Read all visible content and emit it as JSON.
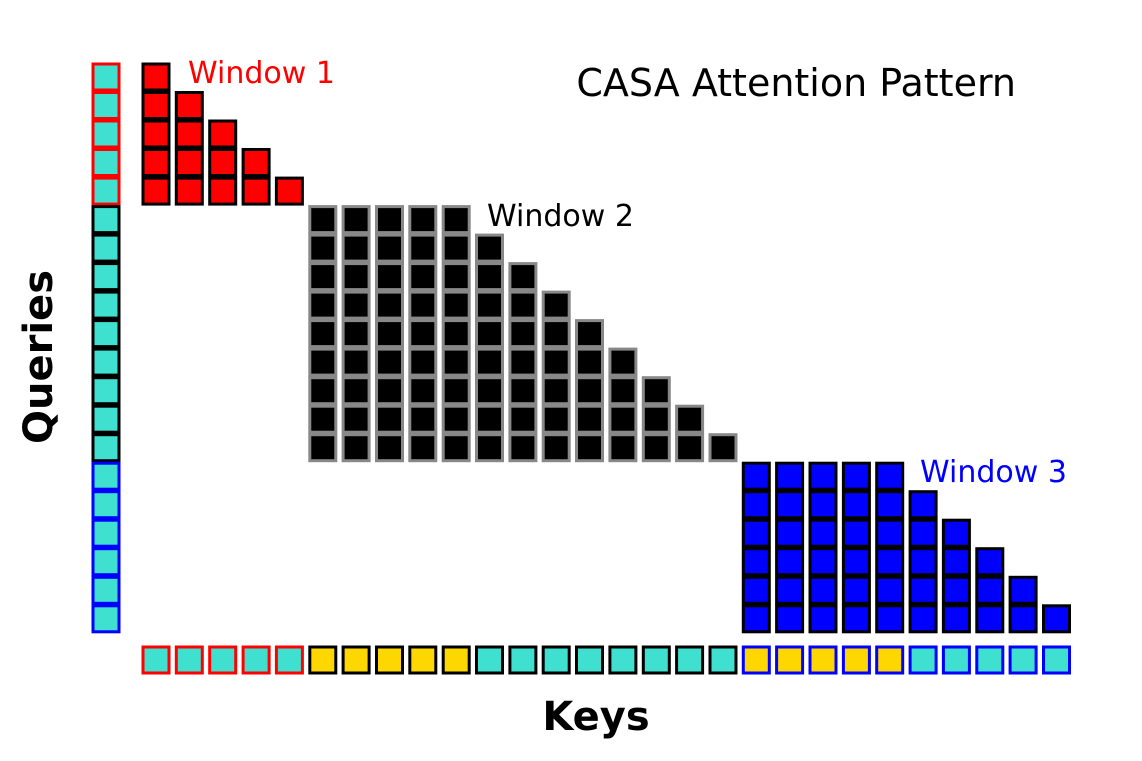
{
  "title": "CASA Attention Pattern",
  "axes": {
    "x_label": "Keys",
    "y_label": "Queries"
  },
  "colors": {
    "window1": "#ff0000",
    "window2": "#000000",
    "window3": "#0000ff",
    "query_fill": "#40e0d0",
    "key_other": "#40e0d0",
    "key_highlight": "#ffd700",
    "window2_border": "#888888"
  },
  "windows": [
    {
      "label": "Window 1",
      "color": "#ff0000",
      "border": "#000000",
      "label_color": "#ff0000",
      "row_start": 0,
      "col_start": 0,
      "row_lengths": [
        1,
        2,
        3,
        4,
        5
      ]
    },
    {
      "label": "Window 2",
      "color": "#000000",
      "border": "#888888",
      "label_color": "#000000",
      "row_start": 5,
      "col_start": 5,
      "row_lengths": [
        5,
        6,
        7,
        8,
        9,
        10,
        11,
        12,
        13
      ]
    },
    {
      "label": "Window 3",
      "color": "#0000ff",
      "border": "#000000",
      "label_color": "#0000ff",
      "row_start": 14,
      "col_start": 18,
      "row_lengths": [
        5,
        6,
        7,
        8,
        9,
        10
      ]
    }
  ],
  "query_column": [
    {
      "count": 5,
      "border": "#ff0000"
    },
    {
      "count": 9,
      "border": "#000000"
    },
    {
      "count": 6,
      "border": "#0000ff"
    }
  ],
  "key_row": [
    {
      "count": 5,
      "fill": "#40e0d0",
      "border": "#ff0000"
    },
    {
      "count": 5,
      "fill": "#ffd700",
      "border": "#000000"
    },
    {
      "count": 8,
      "fill": "#40e0d0",
      "border": "#000000"
    },
    {
      "count": 5,
      "fill": "#ffd700",
      "border": "#0000ff"
    },
    {
      "count": 5,
      "fill": "#40e0d0",
      "border": "#0000ff"
    }
  ]
}
